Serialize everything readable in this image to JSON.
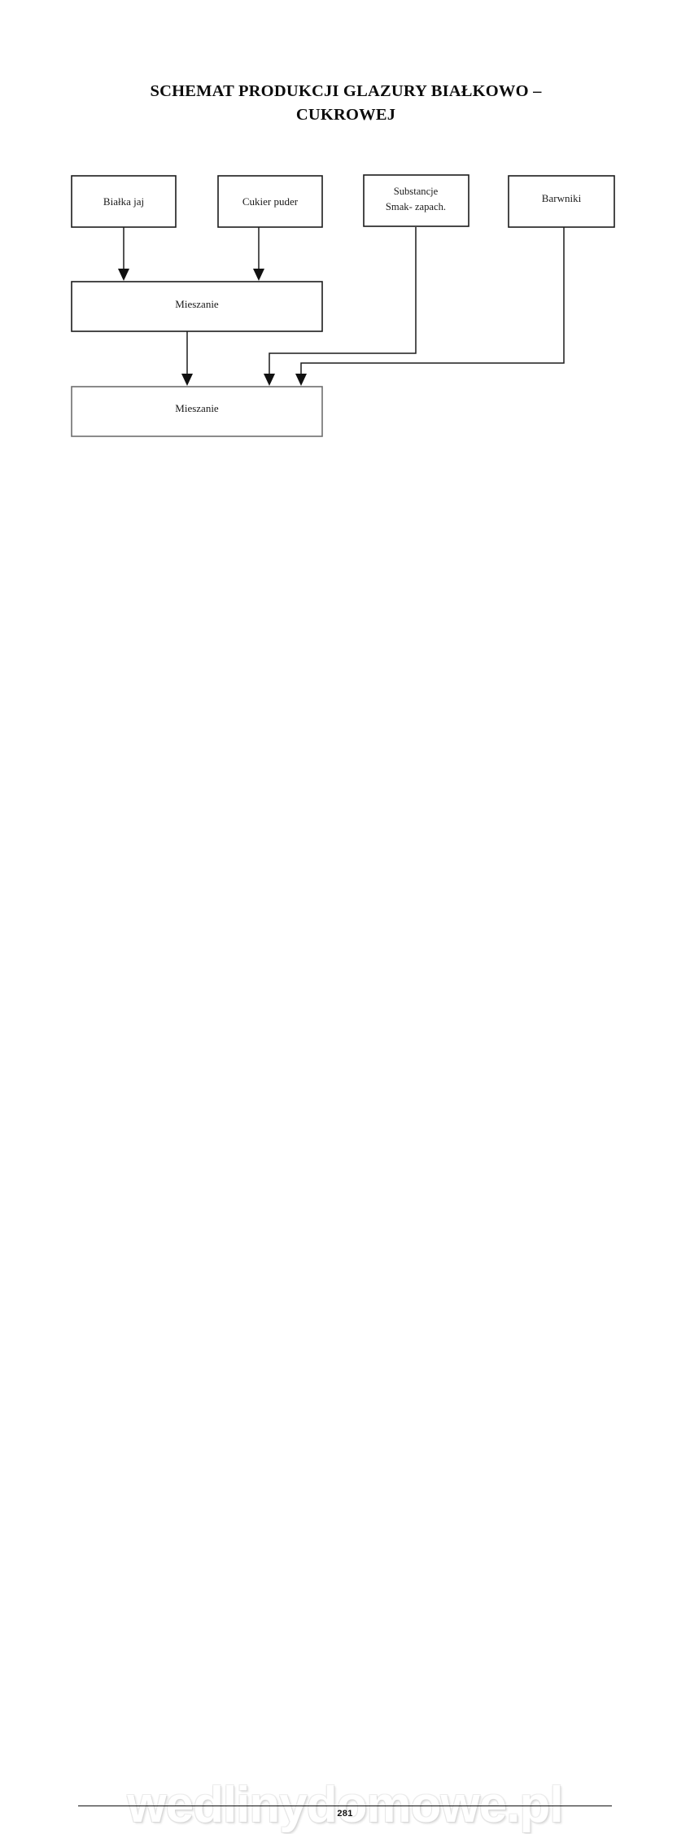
{
  "document": {
    "title_line_1": "SCHEMAT PRODUKCJI GLAZURY BIAŁKOWO –",
    "title_line_2": "CUKROWEJ",
    "title_full": "SCHEMAT PRODUKCJI GLAZURY BIAŁKOWO – CUKROWEJ",
    "language": "pl"
  },
  "diagram": {
    "type": "flowchart",
    "orientation": "top-to-bottom",
    "nodes": [
      {
        "id": "bialka-jaj",
        "label": "Białka jaj",
        "label_lines": [
          "Białka jaj"
        ],
        "shape": "rectangle",
        "row": 1,
        "border": "#1c1c1c"
      },
      {
        "id": "cukier-puder",
        "label": "Cukier puder",
        "label_lines": [
          "Cukier puder"
        ],
        "shape": "rectangle",
        "row": 1,
        "border": "#1c1c1c"
      },
      {
        "id": "substancje",
        "label": "Substancje Smak- zapach.",
        "label_lines": [
          "Substancje",
          "Smak- zapach."
        ],
        "shape": "rectangle",
        "row": 1,
        "border": "#1c1c1c"
      },
      {
        "id": "barwniki",
        "label": "Barwniki",
        "label_lines": [
          "Barwniki"
        ],
        "shape": "rectangle",
        "row": 1,
        "border": "#1c1c1c"
      },
      {
        "id": "mieszanie-1",
        "label": "Mieszanie",
        "label_lines": [
          "Mieszanie"
        ],
        "shape": "rectangle",
        "row": 2,
        "border": "#1c1c1c"
      },
      {
        "id": "mieszanie-2",
        "label": "Mieszanie",
        "label_lines": [
          "Mieszanie"
        ],
        "shape": "rectangle",
        "row": 3,
        "border": "#6e6e6e"
      }
    ],
    "edges": [
      {
        "from": "bialka-jaj",
        "to": "mieszanie-1",
        "style": "straight-down",
        "arrow": true
      },
      {
        "from": "cukier-puder",
        "to": "mieszanie-1",
        "style": "straight-down",
        "arrow": true
      },
      {
        "from": "mieszanie-1",
        "to": "mieszanie-2",
        "style": "straight-down",
        "arrow": true
      },
      {
        "from": "substancje",
        "to": "mieszanie-2",
        "style": "elbow-left",
        "arrow": true
      },
      {
        "from": "barwniki",
        "to": "mieszanie-2",
        "style": "elbow-left",
        "arrow": true
      }
    ]
  },
  "footer": {
    "watermark": "wedlinydomowe.pl",
    "page_number": "281"
  },
  "colors": {
    "page_background": "#ffffff",
    "ink": "#111111",
    "box_border_dark": "#1c1c1c",
    "box_border_gray": "#6e6e6e",
    "watermark": "#ffffff",
    "watermark_shadow": "#d8d8d8"
  }
}
